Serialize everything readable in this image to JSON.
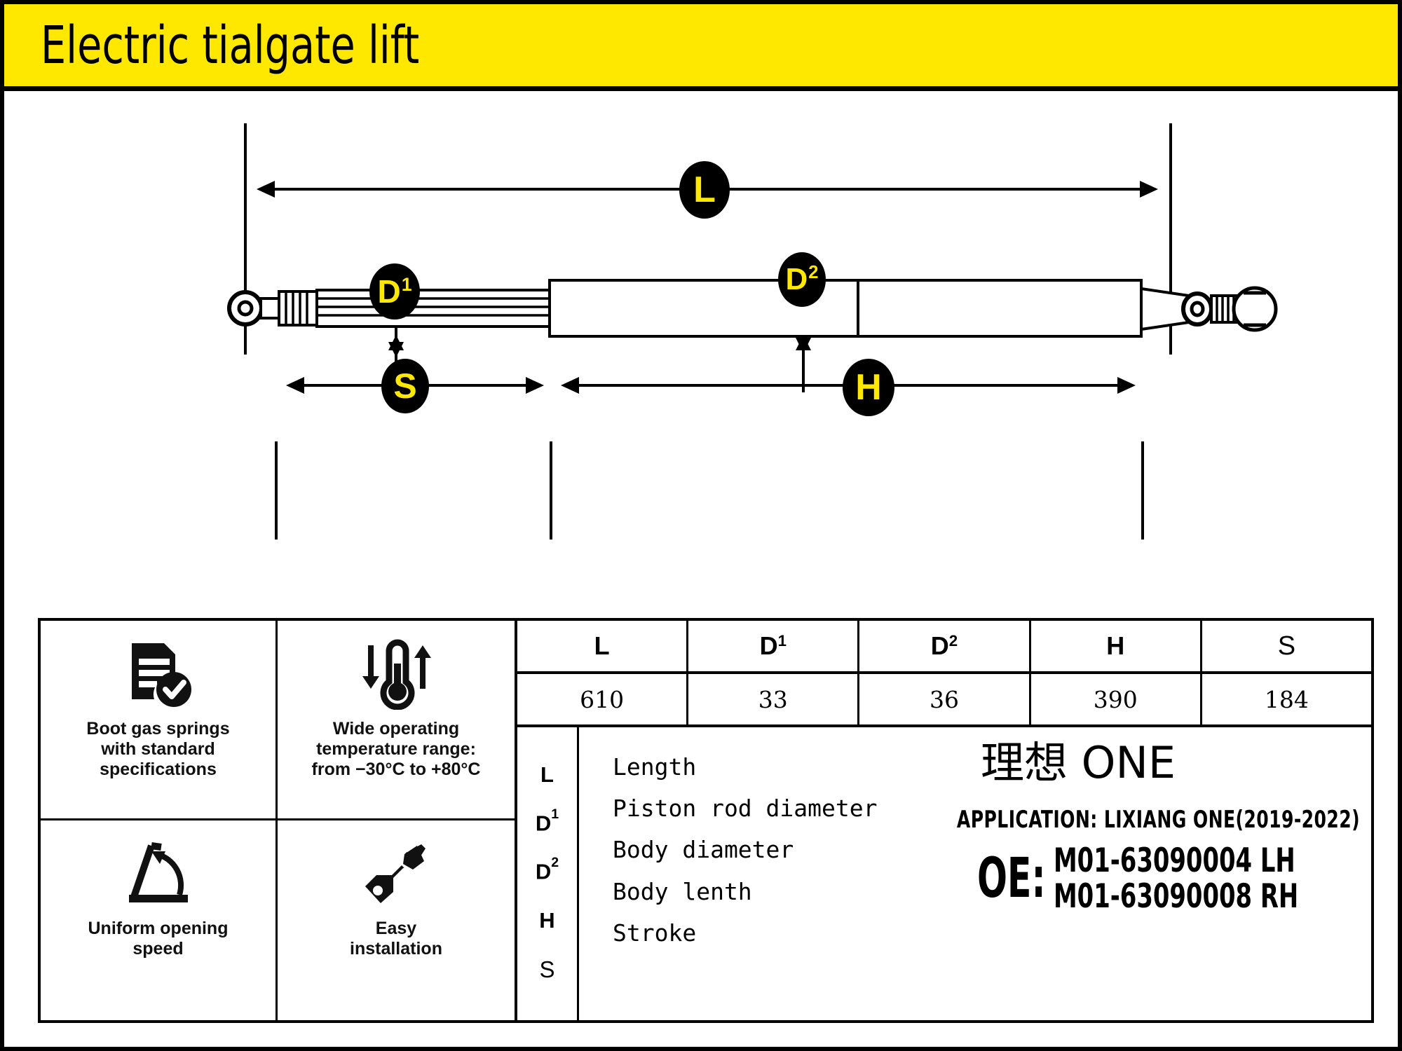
{
  "title": "Electric tialgate lift",
  "diagram": {
    "badges": [
      {
        "name": "L",
        "letter": "L",
        "sup": ""
      },
      {
        "name": "D1",
        "letter": "D",
        "sup": "1"
      },
      {
        "name": "D2",
        "letter": "D",
        "sup": "2"
      },
      {
        "name": "S",
        "letter": "S",
        "sup": ""
      },
      {
        "name": "H",
        "letter": "H",
        "sup": ""
      }
    ],
    "badge_text_color": "#ffe800",
    "badge_bg_color": "#000000"
  },
  "features": [
    {
      "icon": "document-check-icon",
      "label": "Boot gas springs\nwith standard\nspecifications"
    },
    {
      "icon": "thermometer-range-icon",
      "label": "Wide operating\ntemperature range:\nfrom −30°C to +80°C"
    },
    {
      "icon": "opening-angle-icon",
      "label": "Uniform opening\nspeed"
    },
    {
      "icon": "wrench-icon",
      "label": "Easy\ninstallation"
    }
  ],
  "spec_table": {
    "headers": [
      {
        "letter": "L",
        "sup": ""
      },
      {
        "letter": "D",
        "sup": "1"
      },
      {
        "letter": "D",
        "sup": "2"
      },
      {
        "letter": "H",
        "sup": ""
      },
      {
        "letter": "S",
        "sup": ""
      }
    ],
    "values": [
      "610",
      "33",
      "36",
      "390",
      "184"
    ]
  },
  "legend": [
    {
      "key": "L",
      "sup": "",
      "definition": "Length"
    },
    {
      "key": "D",
      "sup": "1",
      "definition": "Piston rod diameter"
    },
    {
      "key": "D",
      "sup": "2",
      "definition": "Body diameter"
    },
    {
      "key": "H",
      "sup": "",
      "definition": "Body lenth"
    },
    {
      "key": "S",
      "sup": "",
      "definition": "Stroke"
    }
  ],
  "brand": {
    "name": "理想 ONE",
    "application": "APPLICATION: LIXIANG  ONE(2019-2022)",
    "oe_label": "OE:",
    "oe_numbers": [
      "M01-63090004 LH",
      "M01-63090008 RH"
    ]
  },
  "colors": {
    "banner_yellow": "#ffe800",
    "ink_black": "#000000",
    "paper_white": "#ffffff"
  }
}
